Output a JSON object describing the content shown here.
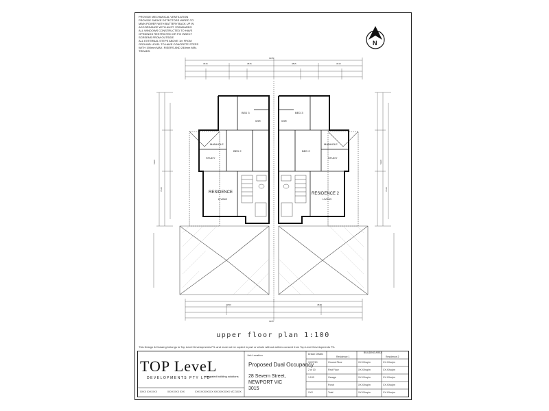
{
  "notes": [
    "PROVIDE MECHANICAL VENTILATION",
    "PROVIDE SMOKE DETECTORS WIRED TO",
    "MAIN POWER WITH BATTERY BACK UP IN",
    "ACCORDANCE WITH AUST. STANDARDS",
    "ALL WINDOWS CONSTRUCTED TO HAVE",
    "OPENINGS RESTRICTED OR FIX INSECT",
    "SCREENS FROM OUTSIDE",
    "ALL EXTERNAL STEPS ABOVE 1m FROM",
    "GROUND LEVEL TO HAVE CONCRETE STEPS",
    "WITH 190mm MAX. RISERS AND 240mm MIN.",
    "TREADS."
  ],
  "north_label": "N",
  "rooms": {
    "bed3_left": "BED 3",
    "bed3_right": "BED 3",
    "bed2_left": "BED 2",
    "bed2_right": "BED 2",
    "study_left": "STUDY",
    "study_right": "STUDY",
    "wir_left": "WIR",
    "wir_right": "WIR",
    "manhole_left": "MANHOLE",
    "manhole_right": "MANHOLE",
    "residence_left": "RESIDENCE",
    "residence_right": "RESIDENCE 2",
    "living_left": "LIVING",
    "living_right": "LIVING"
  },
  "dims": {
    "top_overall": "9165",
    "top_left": "3615",
    "top_mid_left": "3815",
    "top_mid_right": "3815",
    "top_right": "3615",
    "bottom_overall": "9165",
    "bottom_left": "4840",
    "bottom_right": "4840",
    "side_left": "5330",
    "side_left_b": "7420",
    "side_right": "5330",
    "side_right_b": "7420"
  },
  "caption": "upper floor plan 1:100",
  "copyright": "This Design & Drawing belongs to Top Level Developments P/L and must not be copied in part or whole without written consent from Top Level Developments P/L",
  "company": {
    "logo_text": "TOP LeveL",
    "subtitle": "DEVELOPMENTS PTY LTD",
    "tagline": "integrated building solutions",
    "contacts": [
      "0XXX XXX XXX",
      "0XXX XXX XXX",
      "XXX XXXXXXXX XXXXXXXXXX VIC 3XXX"
    ]
  },
  "job": {
    "label": "Job Location",
    "title": "Proposed Dual Occupancy",
    "address_line1": "28 Severn Street,",
    "address_line2": "NEWPORT VIC",
    "address_line3": "3015"
  },
  "meta": {
    "label1": "Drawn Details",
    "date": "10/07/10",
    "sheet": "2 of 10",
    "scale": "1:100",
    "ref": "XXX"
  },
  "areas_header": "BUILDING AREA",
  "areas_cols": [
    "Residence 1",
    "Residence 2"
  ],
  "areas_rows": [
    [
      "Ground Floor",
      "XX.XXsq/m",
      "XX.XXsq/m"
    ],
    [
      "First Floor",
      "XX.XXsq/m",
      "XX.XXsq/m"
    ],
    [
      "Garage",
      "XX.XXsq/m",
      "XX.XXsq/m"
    ],
    [
      "Porch",
      "XX.XXsq/m",
      "XX.XXsq/m"
    ],
    [
      "Total",
      "XX.XXsq/m",
      "XX.XXsq/m"
    ]
  ]
}
